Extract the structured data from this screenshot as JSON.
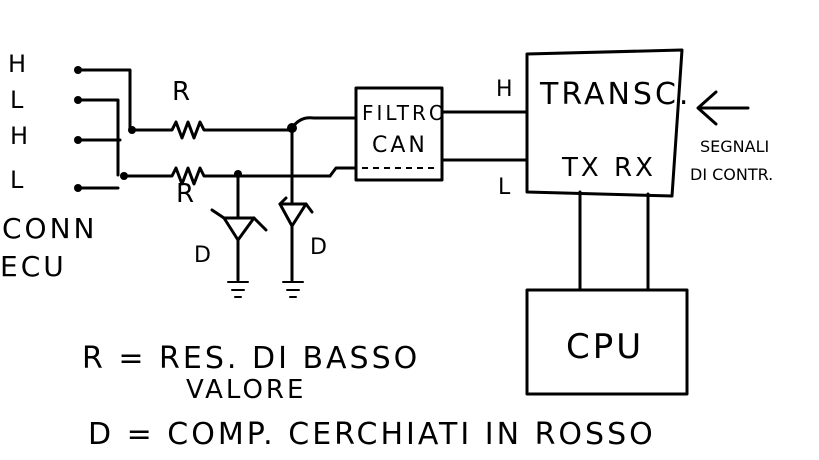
{
  "connector": {
    "pins": [
      "H",
      "L",
      "H",
      "L"
    ],
    "label_line1": "CONN",
    "label_line2": "ECU"
  },
  "resistor_labels": [
    "R",
    "R"
  ],
  "diode_labels": [
    "D",
    "D"
  ],
  "filter": {
    "line1": "FILTRO",
    "line2": "CAN"
  },
  "bus_labels": {
    "h": "H",
    "l": "L"
  },
  "transceiver": {
    "title": "TRANSC.",
    "tx": "TX",
    "rx": "RX"
  },
  "signals": {
    "line1": "SEGNALI",
    "line2": "DI CONTR."
  },
  "cpu": {
    "label": "CPU"
  },
  "legend": {
    "r_line1": "R = RES. DI BASSO",
    "r_line2": "VALORE",
    "d_line": "D = COMP. CERCHIATI IN ROSSO"
  }
}
